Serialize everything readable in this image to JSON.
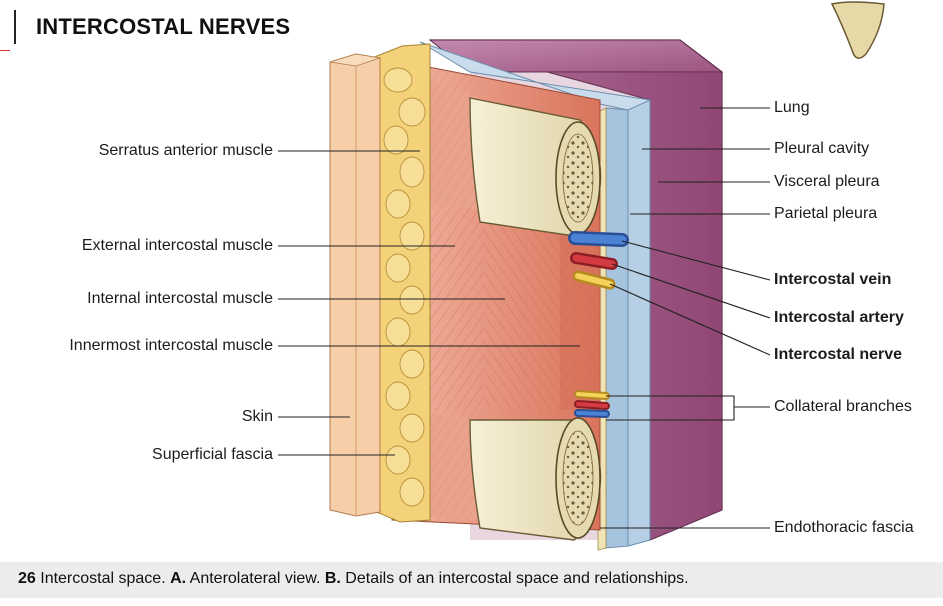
{
  "title": "INTERCOSTAL NERVES",
  "labels_left": [
    {
      "id": "serratus",
      "text": "Serratus anterior muscle"
    },
    {
      "id": "external",
      "text": "External intercostal muscle"
    },
    {
      "id": "internal",
      "text": "Internal intercostal muscle"
    },
    {
      "id": "innermost",
      "text": "Innermost intercostal muscle"
    },
    {
      "id": "skin",
      "text": "Skin"
    },
    {
      "id": "superficial",
      "text": "Superficial fascia"
    }
  ],
  "labels_right": [
    {
      "id": "lung",
      "text": "Lung",
      "bold": false
    },
    {
      "id": "pleural_cavity",
      "text": "Pleural cavity",
      "bold": false
    },
    {
      "id": "visceral",
      "text": "Visceral pleura",
      "bold": false
    },
    {
      "id": "parietal",
      "text": "Parietal pleura",
      "bold": false
    },
    {
      "id": "vein",
      "text": "Intercostal vein",
      "bold": true
    },
    {
      "id": "artery",
      "text": "Intercostal artery",
      "bold": true
    },
    {
      "id": "nerve",
      "text": "Intercostal nerve",
      "bold": true
    },
    {
      "id": "collateral",
      "text": "Collateral branches",
      "bold": false
    },
    {
      "id": "endothoracic",
      "text": "Endothoracic fascia",
      "bold": false
    }
  ],
  "caption": {
    "number": "26",
    "text1": " Intercostal space. ",
    "a": "A.",
    "text2": " Anterolateral view. ",
    "b": "B.",
    "text3": " Details of an intercostal space and relationships."
  },
  "colors": {
    "lung": "#9a4f7e",
    "pleura": "#a9c7e0",
    "muscle": "#e89a82",
    "skin": "#f6cfa8",
    "fat": "#f4d27a",
    "bone": "#efe6c2",
    "vein": "#3a6fc0",
    "artery": "#c8323a",
    "nerve": "#f2c84a"
  }
}
